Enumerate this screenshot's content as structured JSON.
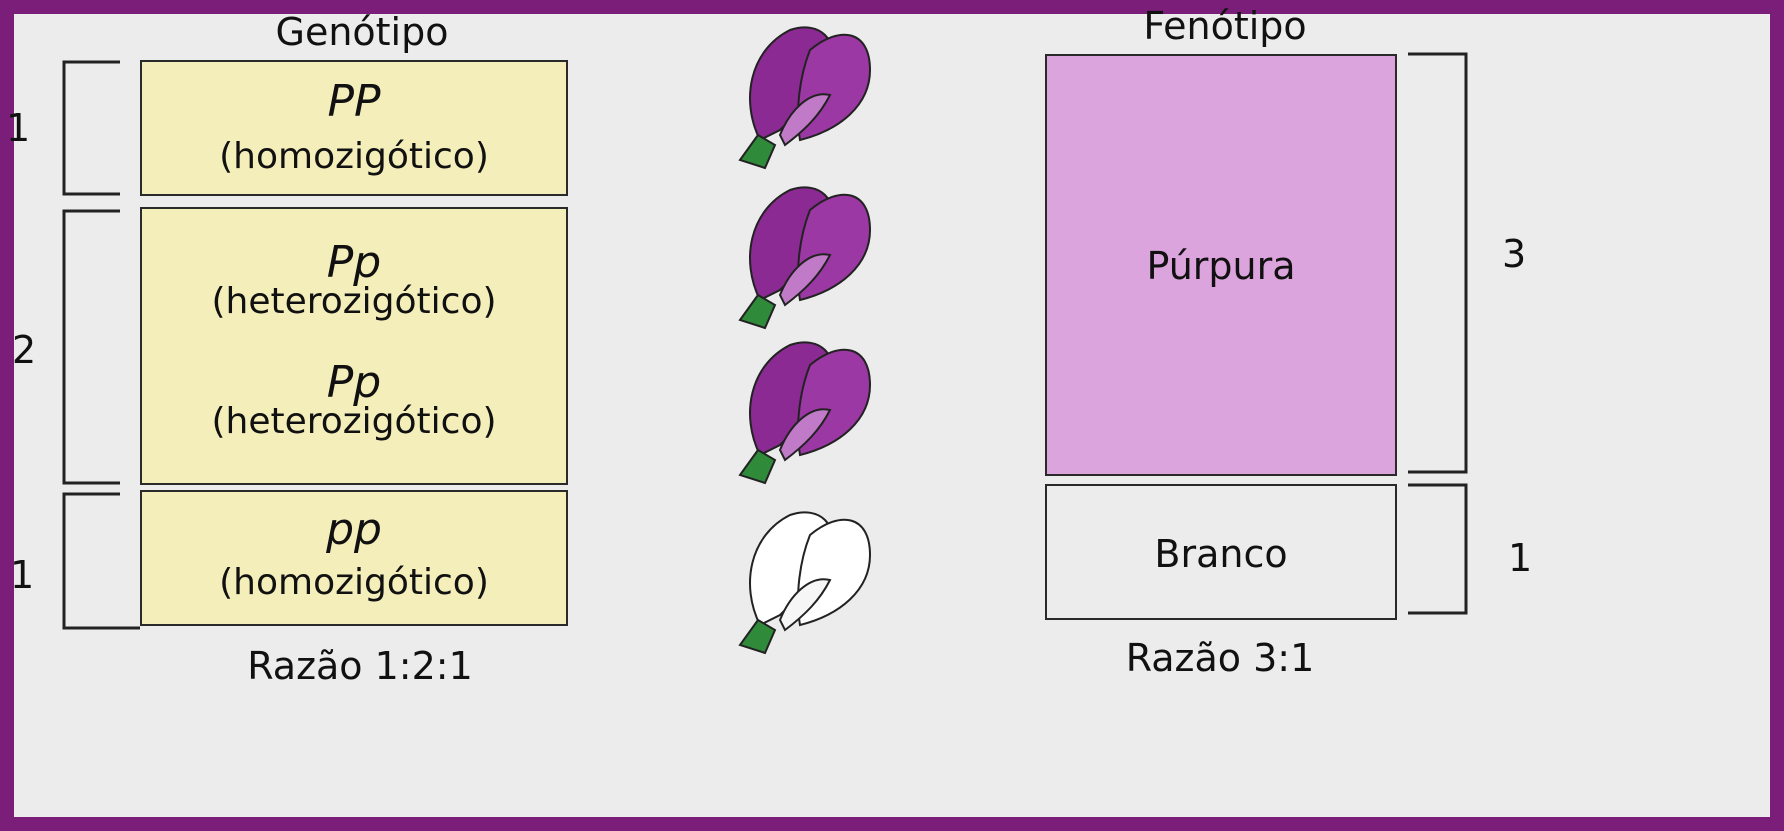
{
  "genotype": {
    "heading": "Genótipo",
    "rows": [
      {
        "allele": "PP",
        "zygosity": "(homozigótico)"
      },
      {
        "allele": "Pp",
        "zygosity": "(heterozigótico)"
      },
      {
        "allele": "Pp",
        "zygosity": "(heterozigótico)"
      },
      {
        "allele": "pp",
        "zygosity": "(homozigótico)"
      }
    ],
    "counts": [
      "1",
      "2",
      "1"
    ],
    "ratio": "Razão 1:2:1"
  },
  "phenotype": {
    "heading": "Fenótipo",
    "classes": [
      {
        "label": "Púrpura",
        "count": "3"
      },
      {
        "label": "Branco",
        "count": "1"
      }
    ],
    "ratio": "Razão 3:1"
  },
  "flowers": [
    {
      "color": "purple"
    },
    {
      "color": "purple"
    },
    {
      "color": "purple"
    },
    {
      "color": "white"
    }
  ],
  "colors": {
    "border": "#7a1e79",
    "genotype_box": "#f4eeba",
    "purple_box": "#dca4dc",
    "white_box": "#ececec",
    "flower_purple": "#8a2a92",
    "flower_purple_light": "#c07ac8",
    "stem_green": "#2f8a3a"
  }
}
